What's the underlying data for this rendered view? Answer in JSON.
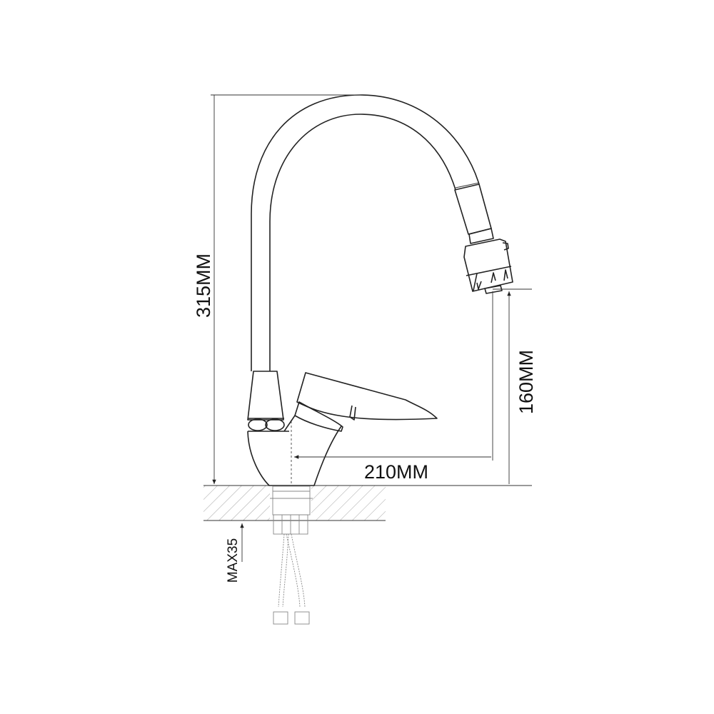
{
  "dimensions": {
    "total_height": "315MM",
    "spout_height": "160MM",
    "spout_reach": "210MM",
    "max_thickness": "MAX35"
  },
  "colors": {
    "line": "#222222",
    "background": "#ffffff"
  }
}
